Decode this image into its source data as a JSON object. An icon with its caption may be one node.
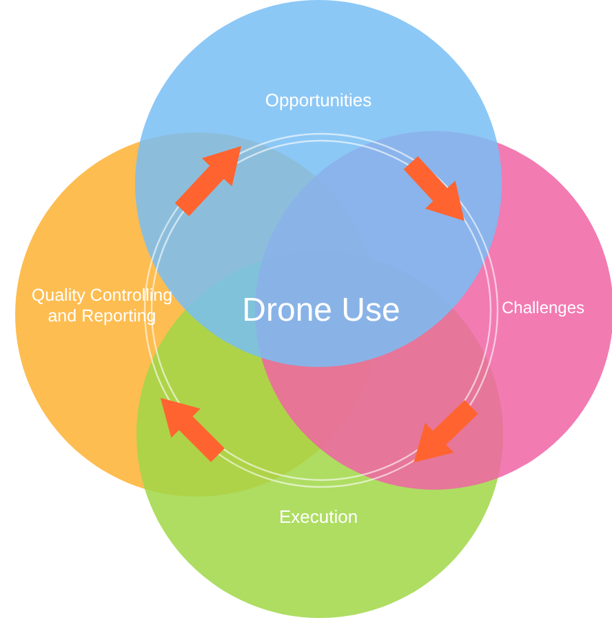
{
  "diagram": {
    "nodes": [
      {
        "text": [
          "Opportunities"
        ]
      },
      {
        "text": [
          "Quality Controlling and Reporting"
        ]
      },
      {
        "text": [
          "Drone Use"
        ]
      },
      {
        "text": [
          "Challenges"
        ]
      },
      {
        "text": [
          "Execution"
        ]
      }
    ]
  }
}
